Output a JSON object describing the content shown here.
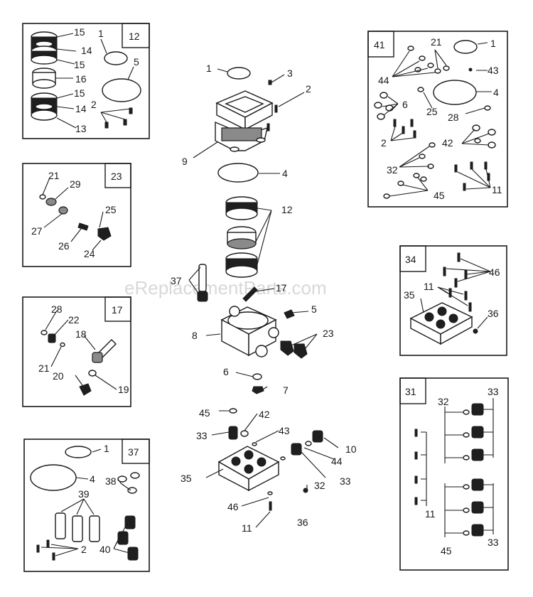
{
  "watermark": "eReplacementParts.com",
  "kits": [
    {
      "id": "kit-12",
      "tag": "12",
      "labels": [
        "15",
        "14",
        "15",
        "16",
        "15",
        "14",
        "13",
        "1",
        "5",
        "2"
      ]
    },
    {
      "id": "kit-23",
      "tag": "23",
      "labels": [
        "21",
        "29",
        "27",
        "26",
        "25",
        "24"
      ]
    },
    {
      "id": "kit-17",
      "tag": "17",
      "labels": [
        "28",
        "22",
        "18",
        "21",
        "20",
        "19"
      ]
    },
    {
      "id": "kit-37",
      "tag": "37",
      "labels": [
        "1",
        "4",
        "39",
        "38",
        "40",
        "2"
      ]
    },
    {
      "id": "kit-41",
      "tag": "41",
      "labels": [
        "21",
        "1",
        "44",
        "43",
        "4",
        "6",
        "25",
        "28",
        "2",
        "42",
        "32",
        "45",
        "11"
      ]
    },
    {
      "id": "kit-34",
      "tag": "34",
      "labels": [
        "46",
        "11",
        "35",
        "36"
      ]
    },
    {
      "id": "kit-31",
      "tag": "31",
      "labels": [
        "32",
        "33",
        "11",
        "45",
        "33"
      ]
    }
  ],
  "assembly": {
    "labels": [
      "1",
      "3",
      "2",
      "9",
      "4",
      "12",
      "37",
      "17",
      "5",
      "8",
      "23",
      "6",
      "7",
      "45",
      "42",
      "43",
      "33",
      "10",
      "44",
      "35",
      "33",
      "32",
      "46",
      "36",
      "11"
    ]
  }
}
